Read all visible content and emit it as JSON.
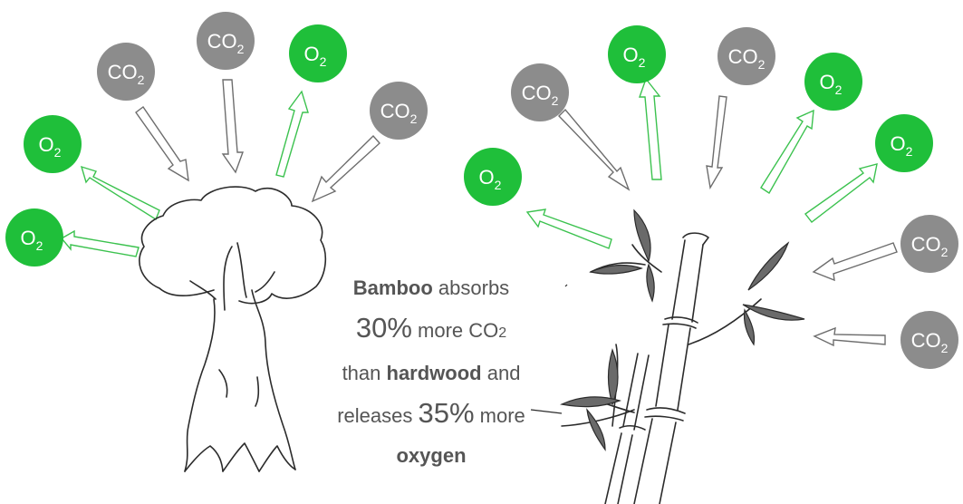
{
  "labels": {
    "co2_main": "CO",
    "o2_main": "O",
    "sub": "2"
  },
  "caption": {
    "line1_bold": "Bamboo",
    "line1_rest": " absorbs",
    "line2_big": "30%",
    "line2_rest": " more CO",
    "line2_sub": "2",
    "line3_pre": "than ",
    "line3_bold": "hardwood",
    "line3_rest": " and",
    "line4_pre": "releases ",
    "line4_big": "35%",
    "line4_rest": " more",
    "line5_bold": "oxygen"
  },
  "colors": {
    "o2_fill": "#1fbf3a",
    "co2_fill": "#8c8c8c",
    "o2_arrow": "#3cc24f",
    "co2_arrow": "#6d6d6d",
    "sketch": "#2b2b2b",
    "text": "#555555"
  },
  "icons": [
    "tree-sketch-icon",
    "bamboo-sketch-icon"
  ]
}
